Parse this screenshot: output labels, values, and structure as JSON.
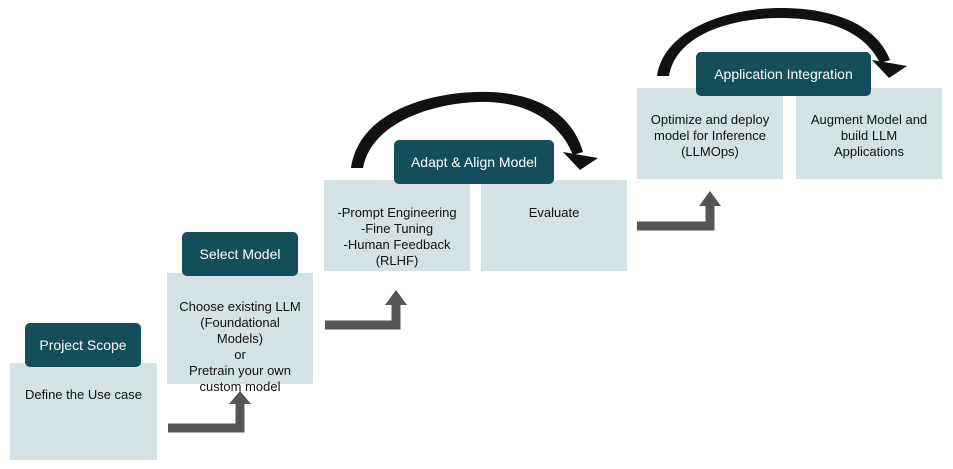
{
  "colors": {
    "box_fill": "#d4e2e5",
    "label_fill": "#144e5b",
    "arrow_gray": "#555555",
    "curve_black": "#111111"
  },
  "stages": [
    {
      "label": "Project Scope",
      "boxes": [
        "Define the Use case"
      ]
    },
    {
      "label": "Select Model",
      "boxes": [
        "Choose existing LLM\n(Foundational\nModels)\nor\nPretrain your own\ncustom model"
      ]
    },
    {
      "label": "Adapt & Align Model",
      "boxes": [
        "-Prompt Engineering\n-Fine Tuning\n-Human Feedback\n(RLHF)",
        "Evaluate"
      ]
    },
    {
      "label": "Application Integration",
      "boxes": [
        "Optimize and deploy\nmodel for Inference\n(LLMOps)",
        "Augment Model and\nbuild LLM\nApplications"
      ]
    }
  ],
  "icons": {
    "step_arrow": "step-up-arrow-icon",
    "curved_arrow": "curved-arrow-icon"
  }
}
